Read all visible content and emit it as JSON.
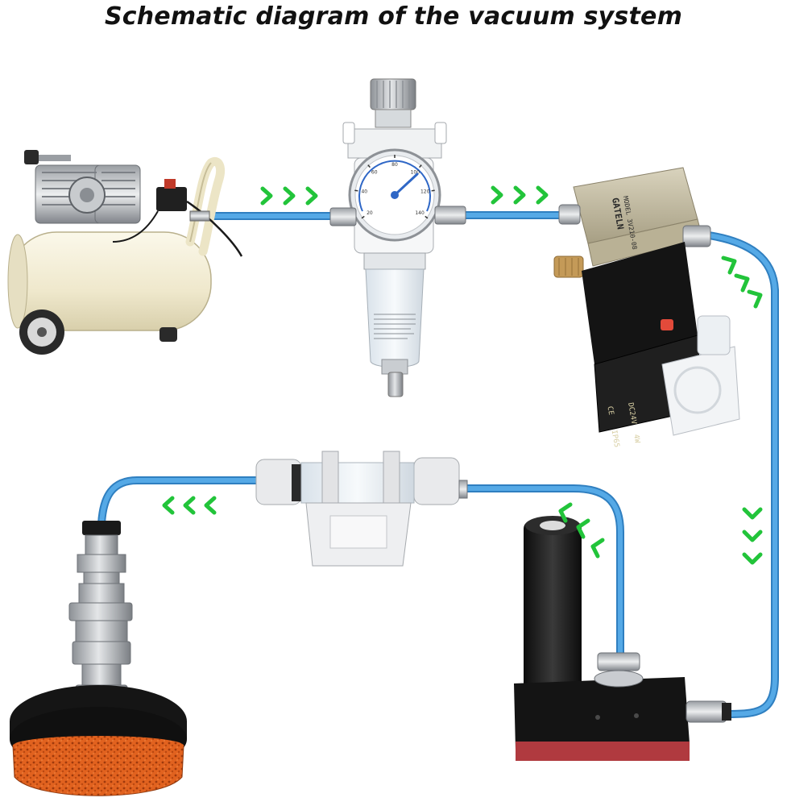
{
  "title": "Schematic diagram of the vacuum system",
  "colors": {
    "tube": "#55a9e6",
    "tube_edge": "#2f7fc0",
    "arrow": "#22c43a",
    "compressor": "#f1ecd4",
    "metal": "#b9bcc0",
    "dark": "#1c1c1c",
    "brass": "#c49a58",
    "sponge": "#e1621f"
  },
  "components": [
    {
      "id": "air-compressor",
      "icon": "compressor-icon"
    },
    {
      "id": "filter-regulator",
      "icon": "pressure-gauge-icon"
    },
    {
      "id": "solenoid-valve",
      "icon": "solenoid-valve-icon"
    },
    {
      "id": "vacuum-generator",
      "icon": "vacuum-generator-icon"
    },
    {
      "id": "vacuum-filter",
      "icon": "inline-filter-icon"
    },
    {
      "id": "suction-cup",
      "icon": "sponge-suction-cup-icon"
    }
  ],
  "gauge": {
    "ticks": [
      "20",
      "40",
      "60",
      "80",
      "100",
      "120",
      "140"
    ]
  },
  "valve_label": {
    "brand": "GATELN",
    "model": "MODEL 3V210-08",
    "coil_voltage": "DC24V",
    "coil_power": "4W",
    "ce_mark": "CE",
    "ip_rating": "IP65"
  },
  "flow_arrows": [
    {
      "segment": "compressor-to-regulator",
      "direction": "right",
      "count": 3
    },
    {
      "segment": "regulator-to-valve",
      "direction": "right",
      "count": 3
    },
    {
      "segment": "valve-right-turn",
      "direction": "down-right",
      "count": 3
    },
    {
      "segment": "right-vertical",
      "direction": "down",
      "count": 3
    },
    {
      "segment": "generator-to-filter",
      "direction": "up-left",
      "count": 3
    },
    {
      "segment": "filter-to-cup",
      "direction": "left",
      "count": 3
    }
  ]
}
